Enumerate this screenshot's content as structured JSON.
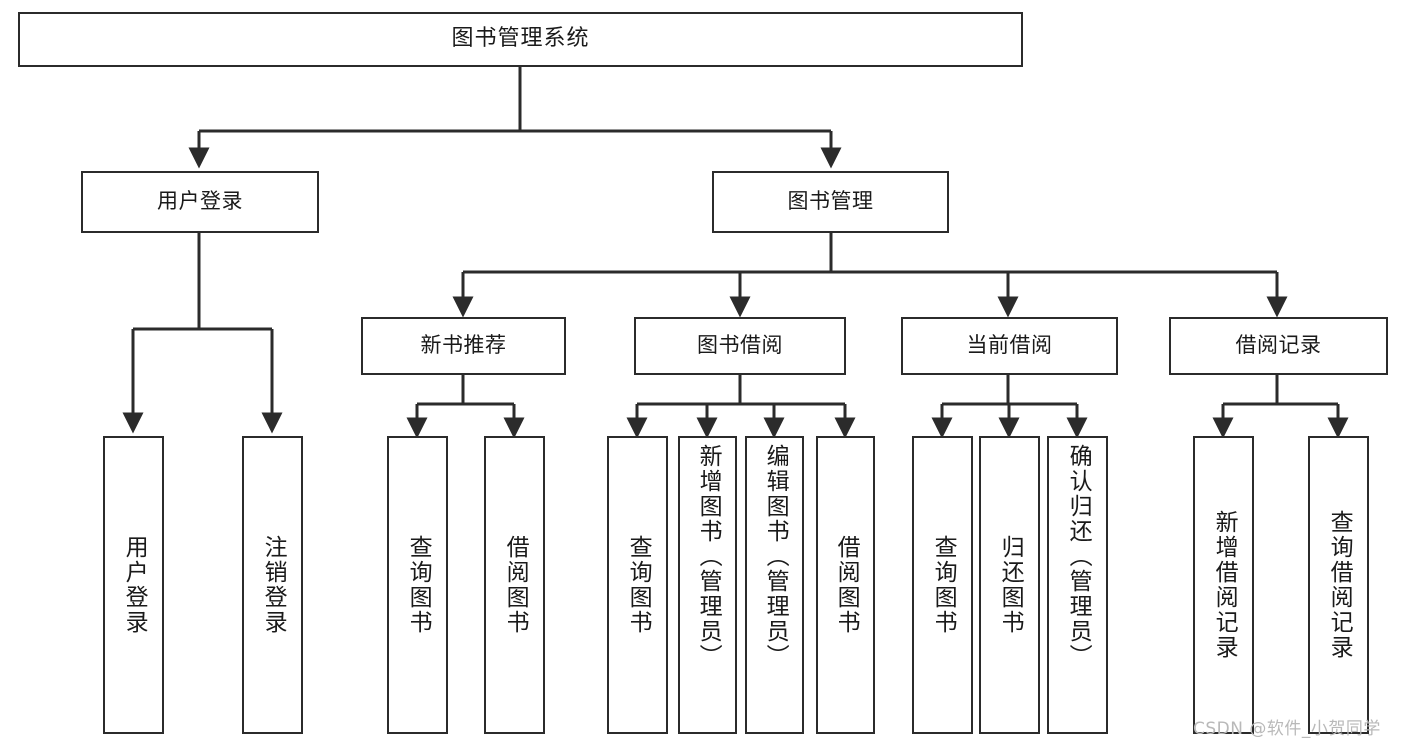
{
  "diagram": {
    "type": "tree-hierarchy-chart",
    "title": "图书管理系统",
    "orientation": "top-down",
    "line_color": "#2b2b2b",
    "box_fill": "#ffffff",
    "text_color": "#1a1a1a"
  },
  "nodes": {
    "root": {
      "label": "图书管理系统"
    },
    "level2": [
      {
        "label": "用户登录"
      },
      {
        "label": "图书管理"
      }
    ],
    "level3": [
      {
        "label": "新书推荐"
      },
      {
        "label": "图书借阅"
      },
      {
        "label": "当前借阅"
      },
      {
        "label": "借阅记录"
      }
    ],
    "leaves": {
      "user_login": [
        {
          "label": "用户登录"
        },
        {
          "label": "注销登录"
        }
      ],
      "new_book_recommend": [
        {
          "label": "查询图书"
        },
        {
          "label": "借阅图书"
        }
      ],
      "book_borrow": [
        {
          "label": "查询图书"
        },
        {
          "label": "新增图书（管理员）"
        },
        {
          "label": "编辑图书（管理员）"
        },
        {
          "label": "借阅图书"
        }
      ],
      "current_borrow": [
        {
          "label": "查询图书"
        },
        {
          "label": "归还图书"
        },
        {
          "label": "确认归还（管理员）"
        }
      ],
      "borrow_record": [
        {
          "label": "新增借阅记录"
        },
        {
          "label": "查询借阅记录"
        }
      ]
    }
  },
  "watermark": {
    "text": "CSDN @软件_小贺同学"
  }
}
